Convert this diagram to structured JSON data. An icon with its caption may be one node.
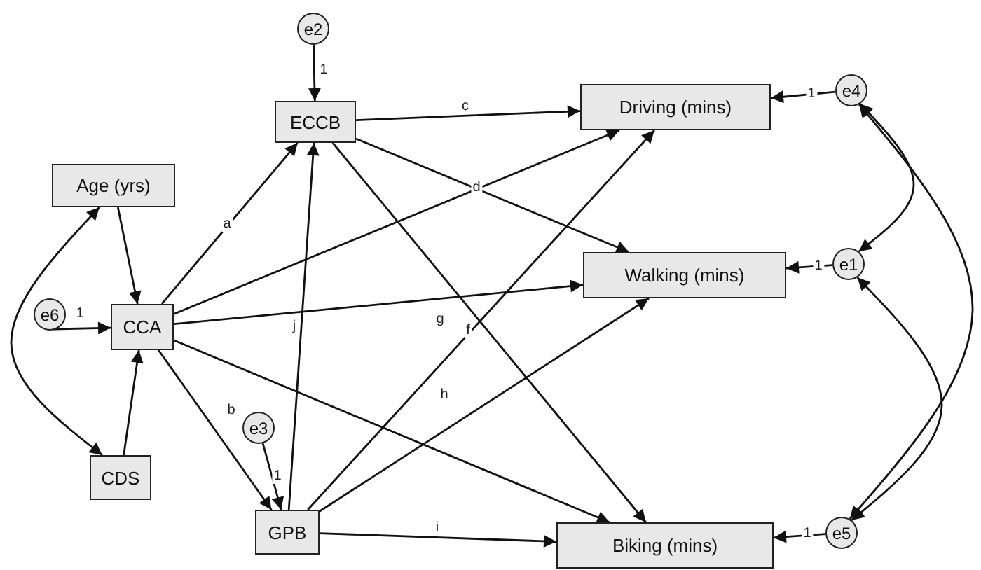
{
  "diagram": {
    "nodes": [
      {
        "text": [
          "e2"
        ]
      },
      {
        "text": [
          "ECCB"
        ]
      },
      {
        "text": [
          "Driving (mins)"
        ]
      },
      {
        "text": [
          "Age (yrs)"
        ]
      },
      {
        "text": [
          "e4"
        ]
      },
      {
        "text": [
          "e6"
        ]
      },
      {
        "text": [
          "CCA"
        ]
      },
      {
        "text": [
          "Walking (mins)"
        ]
      },
      {
        "text": [
          "e1"
        ]
      },
      {
        "text": [
          "e3"
        ]
      },
      {
        "text": [
          "CDS"
        ]
      },
      {
        "text": [
          "GPB"
        ]
      },
      {
        "text": [
          "Biking (mins)"
        ]
      },
      {
        "text": [
          "e5"
        ]
      }
    ],
    "edges": [
      {
        "from": 0,
        "to": 1,
        "arrow": "to",
        "label": "1"
      },
      {
        "from": 3,
        "to": 6,
        "arrow": "to"
      },
      {
        "from": 6,
        "to": 1,
        "arrow": "to",
        "label": "a"
      },
      {
        "from": 6,
        "to": 11,
        "arrow": "to",
        "label": "b"
      },
      {
        "from": 1,
        "to": 2,
        "arrow": "to",
        "label": "c"
      },
      {
        "from": 1,
        "to": 7,
        "arrow": "to",
        "label": "d"
      },
      {
        "from": 6,
        "to": 2,
        "arrow": "to"
      },
      {
        "from": 6,
        "to": 7,
        "arrow": "to"
      },
      {
        "from": 6,
        "to": 12,
        "arrow": "to"
      },
      {
        "from": 11,
        "to": 1,
        "arrow": "to",
        "label": "j"
      },
      {
        "from": 1,
        "to": 12,
        "arrow": "to",
        "label": "f"
      },
      {
        "from": 11,
        "to": 2,
        "arrow": "to",
        "label": "g"
      },
      {
        "from": 11,
        "to": 7,
        "arrow": "to",
        "label": "h"
      },
      {
        "from": 11,
        "to": 12,
        "arrow": "to",
        "label": "i"
      },
      {
        "from": 5,
        "to": 6,
        "arrow": "to",
        "label": "1"
      },
      {
        "from": 10,
        "to": 6,
        "arrow": "to"
      },
      {
        "from": 3,
        "to": 10,
        "arrow": "both"
      },
      {
        "from": 9,
        "to": 11,
        "arrow": "to",
        "label": "1"
      },
      {
        "from": 4,
        "to": 2,
        "arrow": "to",
        "label": "1"
      },
      {
        "from": 8,
        "to": 7,
        "arrow": "to",
        "label": "1"
      },
      {
        "from": 13,
        "to": 12,
        "arrow": "to",
        "label": "1"
      },
      {
        "from": 4,
        "to": 8,
        "arrow": "both"
      },
      {
        "from": 4,
        "to": 13,
        "arrow": "both"
      },
      {
        "from": 8,
        "to": 13,
        "arrow": "both"
      }
    ]
  }
}
